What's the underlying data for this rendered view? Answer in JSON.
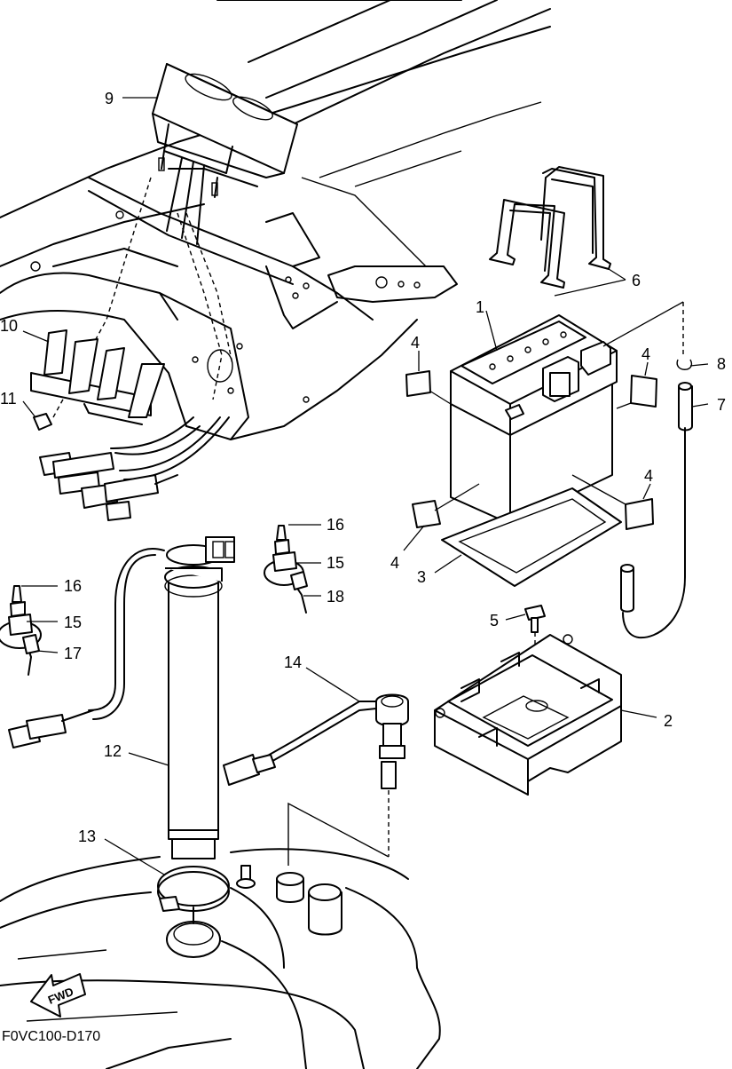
{
  "figure_code": "F0VC100-D170",
  "direction_label": "FWD",
  "callouts": [
    {
      "id": "c1",
      "text": "1"
    },
    {
      "id": "c2",
      "text": "2"
    },
    {
      "id": "c3",
      "text": "3"
    },
    {
      "id": "c4a",
      "text": "4"
    },
    {
      "id": "c4b",
      "text": "4"
    },
    {
      "id": "c4c",
      "text": "4"
    },
    {
      "id": "c4d",
      "text": "4"
    },
    {
      "id": "c5",
      "text": "5"
    },
    {
      "id": "c6",
      "text": "6"
    },
    {
      "id": "c7",
      "text": "7"
    },
    {
      "id": "c8",
      "text": "8"
    },
    {
      "id": "c9",
      "text": "9"
    },
    {
      "id": "c10",
      "text": "10"
    },
    {
      "id": "c11",
      "text": "11"
    },
    {
      "id": "c12",
      "text": "12"
    },
    {
      "id": "c13",
      "text": "13"
    },
    {
      "id": "c14",
      "text": "14"
    },
    {
      "id": "c15a",
      "text": "15"
    },
    {
      "id": "c15b",
      "text": "15"
    },
    {
      "id": "c16a",
      "text": "16"
    },
    {
      "id": "c16b",
      "text": "16"
    },
    {
      "id": "c17",
      "text": "17"
    },
    {
      "id": "c18",
      "text": "18"
    }
  ]
}
